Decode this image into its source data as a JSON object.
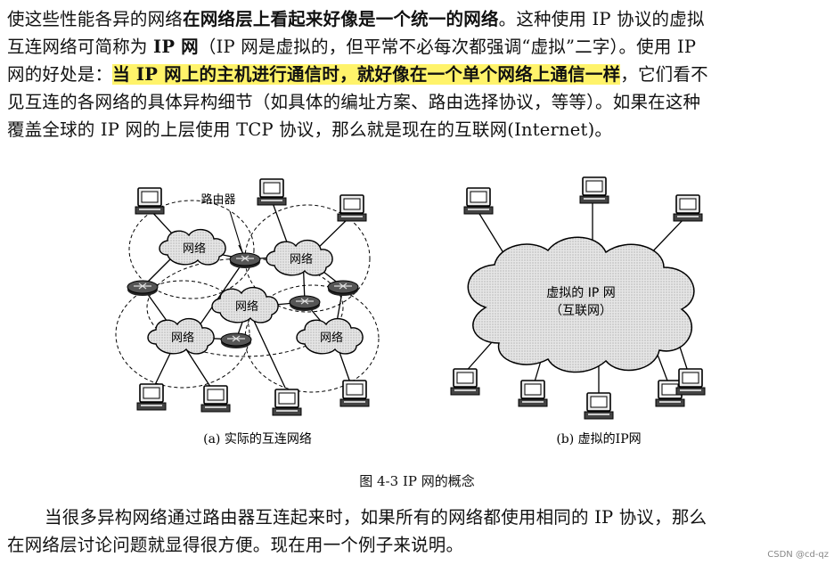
{
  "top_paragraph": {
    "line1_a": "使这些性能各异的网络",
    "line1_bold": "在网络层上看起来好像是一个统一的网络",
    "line1_b": "。这种使用 IP 协议的虚拟",
    "line2_a": "互连网络可简称为 ",
    "line2_bold": "IP 网",
    "line2_b": "（IP 网是虚拟的，但平常不必每次都强调“虚拟”二字）。使用 IP",
    "line3_a": "网的好处是：",
    "line3_highlight": "当 IP 网上的主机进行通信时，就好像在一个单个网络上通信一样",
    "line3_b": "，它们看不",
    "line4": "见互连的各网络的具体异构细节（如具体的编址方案、路由选择协议，等等）。如果在这种",
    "line5": "覆盖全球的 IP 网的上层使用 TCP 协议，那么就是现在的互联网(Internet)。"
  },
  "figure": {
    "left": {
      "router_label": "路由器",
      "network_label": "网络",
      "caption": "(a) 实际的互连网络"
    },
    "right": {
      "cloud_line1": "虚拟的 IP 网",
      "cloud_line2": "（互联网）",
      "caption": "(b) 虚拟的IP网"
    },
    "title": "图 4-3    IP 网的概念"
  },
  "bottom_paragraph": {
    "line1": "当很多异构网络通过路由器互连起来时，如果所有的网络都使用相同的 IP 协议，那么",
    "line2": "在网络层讨论问题就显得很方便。现在用一个例子来说明。"
  },
  "watermark": "CSDN @cd-qz"
}
